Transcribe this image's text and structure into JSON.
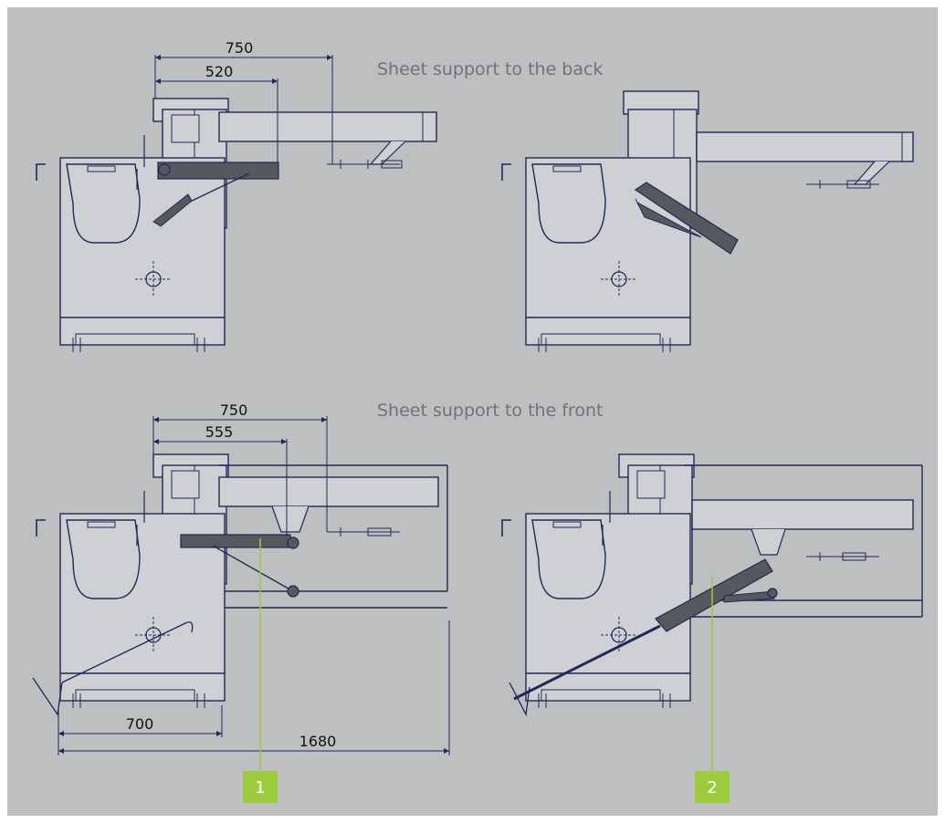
{
  "colors": {
    "background": "#bdbfc1",
    "line": "#1e2a55",
    "part_fill": "#cfd0d4",
    "support_fill": "#56585d",
    "accent": "#9ccb3b",
    "heading_text": "#6f7276"
  },
  "headings": {
    "back": "Sheet support to the  back",
    "front": "Sheet support to the front"
  },
  "dimensions": {
    "back_outer": "750",
    "back_inner": "520",
    "front_outer": "750",
    "front_inner": "555",
    "base_width": "700",
    "total_width": "1680"
  },
  "callouts": [
    {
      "number": "1"
    },
    {
      "number": "2"
    }
  ]
}
